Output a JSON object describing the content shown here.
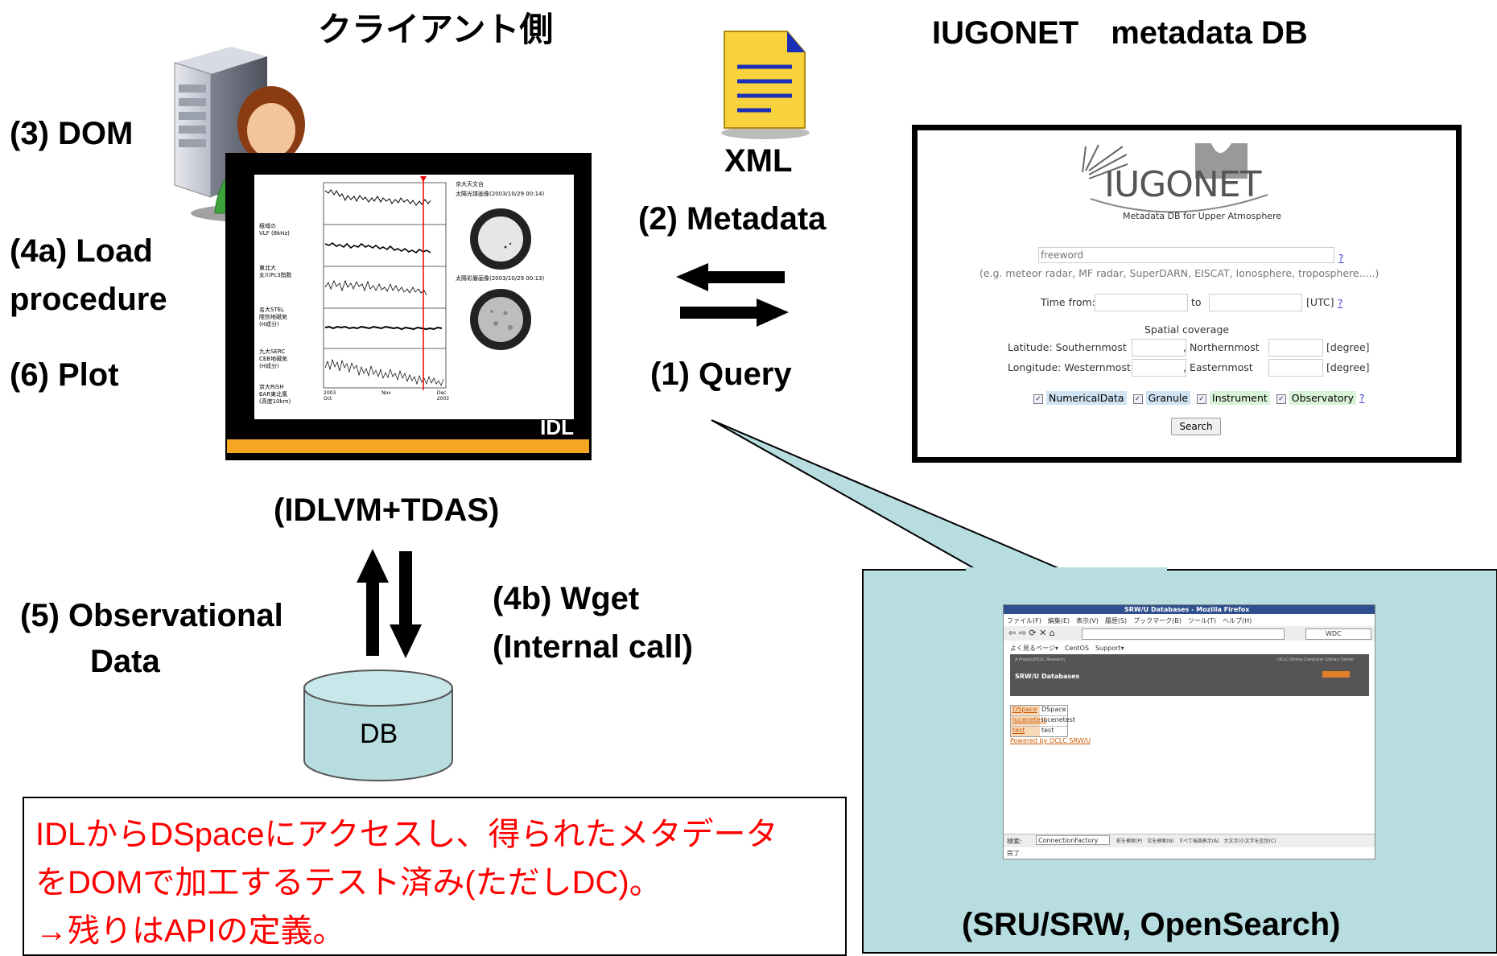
{
  "client_title": "クライアント側",
  "db_title": "IUGONET　metadata DB",
  "labels": {
    "dom": "(3) DOM",
    "load": "(4a) Load",
    "procedure": "procedure",
    "plot": "(6) Plot",
    "xml": "XML",
    "metadata": "(2) Metadata",
    "query": "(1) Query",
    "idlvm": "(IDLVM+TDAS)",
    "obs1": "(5) Observational",
    "obs2": "Data",
    "wget1": "(4b) Wget",
    "wget2": "(Internal call)",
    "db": "DB",
    "idl": "IDL",
    "sru": "(SRU/SRW, OpenSearch)"
  },
  "idl_plot": {
    "header_right": "京大天文台",
    "img1_caption": "太陽光球画像(2003/10/29 00:14)",
    "img2_caption": "太陽彩層画像(2003/10/29 00:13)",
    "rows": [
      "極域の\nVLF (8kHz)",
      "東北大\n女川Pc3指数",
      "名大STEL\n陸別地磁気\n(H成分)",
      "九大SERC\nCEB地磁気\n(H成分)",
      "京大RISH\nEAR東北風\n(高度10km)"
    ],
    "x_ticks": [
      "2003\nOct",
      "Nov",
      "Dec\n2003"
    ]
  },
  "iugonet": {
    "logo": "IUGONET",
    "subtitle": "Metadata DB for Upper Atmosphere",
    "freeword_placeholder": "freeword",
    "help": "?",
    "example": "(e.g. meteor radar, MF radar, SuperDARN, EISCAT, Ionosphere, troposphere.....)",
    "time_from": "Time from:",
    "to": "to",
    "utc": "[UTC]",
    "spatial": "Spatial coverage",
    "latitude": "Latitude: Southernmost",
    "northernmost": ", Northernmost",
    "longitude": "Longitude: Westernmost",
    "easternmost": ", Easternmost",
    "degree": "[degree]",
    "types": [
      "NumericalData",
      "Granule",
      "Instrument",
      "Observatory"
    ],
    "type_colors": [
      "#cfe3f3",
      "#cfe3f3",
      "#d9f3d9",
      "#d9f3d9"
    ],
    "search": "Search"
  },
  "firefox": {
    "title": "SRW/U Databases - Mozilla Firefox",
    "menu": "ファイル(F)　編集(E)　表示(V)　履歴(S)　ブックマーク(B)　ツール(T)　ヘルプ(H)",
    "search_box": "WDC",
    "bookmarks": "よく見るページ▾　CentOS　Support▾",
    "banner_small_left": "A Project/OCLC Research",
    "banner_small_right": "OCLC Online Computer Library Center",
    "banner_title": "SRW/U Databases",
    "table": [
      [
        "DSpace",
        "DSpace"
      ],
      [
        "lucenetest",
        "lucenetest"
      ],
      [
        "test",
        "test"
      ]
    ],
    "powered": "Powered by OCLC SRW/U",
    "find_label": "検索:",
    "find_value": "ConnectionFactory",
    "find_bar": "前を検索(P)　次を検索(N)　すべて強調表示(A)　大文字/小文字を区別(C)",
    "status": "完了"
  },
  "note": {
    "line1": "IDLからDSpaceにアクセスし、得られたメタデータ",
    "line2": "をDOMで加工するテスト済み(ただしDC)。",
    "line3": "→残りはAPIの定義。"
  },
  "colors": {
    "note_text": "#ff0000",
    "callout_fill": "#b7dde0",
    "idl_bar": "#f5a623",
    "doc_blue": "#1a2eb8",
    "doc_yellow": "#f7d23c"
  }
}
